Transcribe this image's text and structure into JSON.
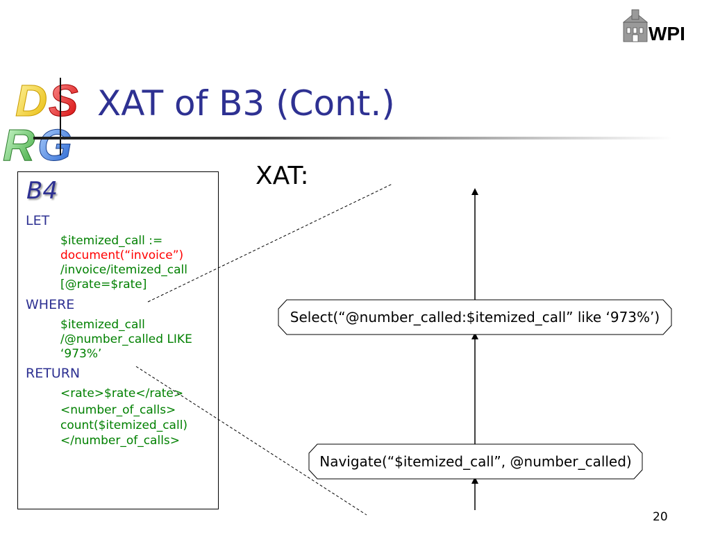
{
  "slide": {
    "title": "XAT of B3 (Cont.)",
    "page_number": "20"
  },
  "logos": {
    "left_logo_text": "DSRG",
    "right_logo_text": "WPI"
  },
  "query_box": {
    "heading": "B4",
    "let_keyword": "LET",
    "let_line1": "$itemized_call :=",
    "let_line2": "document(“invoice”)",
    "let_line3": "/invoice/itemized_call",
    "let_line4": "[@rate=$rate]",
    "where_keyword": "WHERE",
    "where_line1": "$itemized_call",
    "where_line2": "/@number_called LIKE",
    "where_line3": "‘973%’",
    "return_keyword": "RETURN",
    "return_line1": "<rate>$rate</rate>",
    "return_line2": "<number_of_calls>",
    "return_line3": "count($itemized_call)",
    "return_line4": "</number_of_calls>"
  },
  "xat": {
    "label": "XAT:",
    "select_op": "Select(“@number_called:$itemized_call” like ‘973%’)",
    "navigate_op": "Navigate(“$itemized_call”, @number_called)"
  },
  "colors": {
    "title_blue": "#2e3192",
    "code_green": "#008000",
    "code_red": "#ff0000"
  }
}
